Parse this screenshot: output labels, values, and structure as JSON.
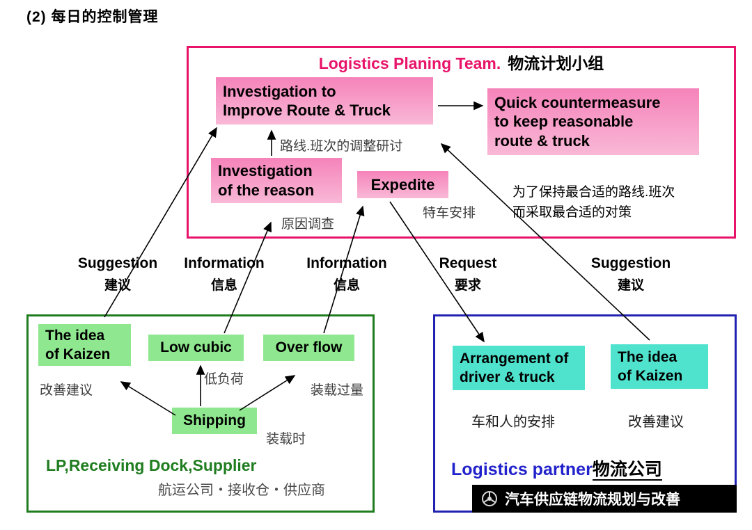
{
  "slide": {
    "title": "(2) 每日的控制管理"
  },
  "planning_team": {
    "title_en": "Logistics Planing Team.",
    "title_zh": "物流计划小组",
    "investigation_route": "Investigation to\nImprove Route & Truck",
    "quick_countermeasure": "Quick countermeasure\nto keep reasonable\nroute & truck",
    "investigation_reason": "Investigation\nof the reason",
    "expedite": "Expedite",
    "route_note": "路线.班次的调整研讨",
    "reason_note": "原因调查",
    "expedite_note": "特车安排",
    "countermeasure_note": "为了保持最合适的路线.班次\n而采取最合适的对策"
  },
  "flow_labels": [
    {
      "en": "Suggestion",
      "zh": "建议"
    },
    {
      "en": "Information",
      "zh": "信息"
    },
    {
      "en": "Information",
      "zh": "信息"
    },
    {
      "en": "Request",
      "zh": "要求"
    },
    {
      "en": "Suggestion",
      "zh": "建议"
    }
  ],
  "supplier_group": {
    "idea_kaizen": "The  idea\nof Kaizen",
    "low_cubic": "Low cubic",
    "over_flow": "Over flow",
    "shipping": "Shipping",
    "kaizen_note": "改善建议",
    "low_cubic_note": "低负荷",
    "over_flow_note": "装载过量",
    "shipping_note": "装载时",
    "title_en": "LP,Receiving Dock,Supplier",
    "title_zh": "航运公司・接收仓・供应商"
  },
  "partner_group": {
    "arrangement": "Arrangement of\ndriver & truck",
    "idea_kaizen": "The  idea\nof Kaizen",
    "arrangement_note": "车和人的安排",
    "kaizen_note": "改善建议",
    "title_en": "Logistics partner",
    "title_zh": "物流公司"
  },
  "watermark": {
    "text": "汽车供应链物流规划与改善"
  },
  "colors": {
    "pink_border": "#e8146a",
    "pink_fill": "#f792c2",
    "magenta_text": "#e8146a",
    "green_border": "#1f7d1f",
    "green_fill": "#8fe88f",
    "green_text": "#1f7d1f",
    "blue_border": "#2222b2",
    "blue_text": "#2222cc",
    "cyan_fill": "#4fe3ce",
    "watermark_bg": "#000000"
  }
}
